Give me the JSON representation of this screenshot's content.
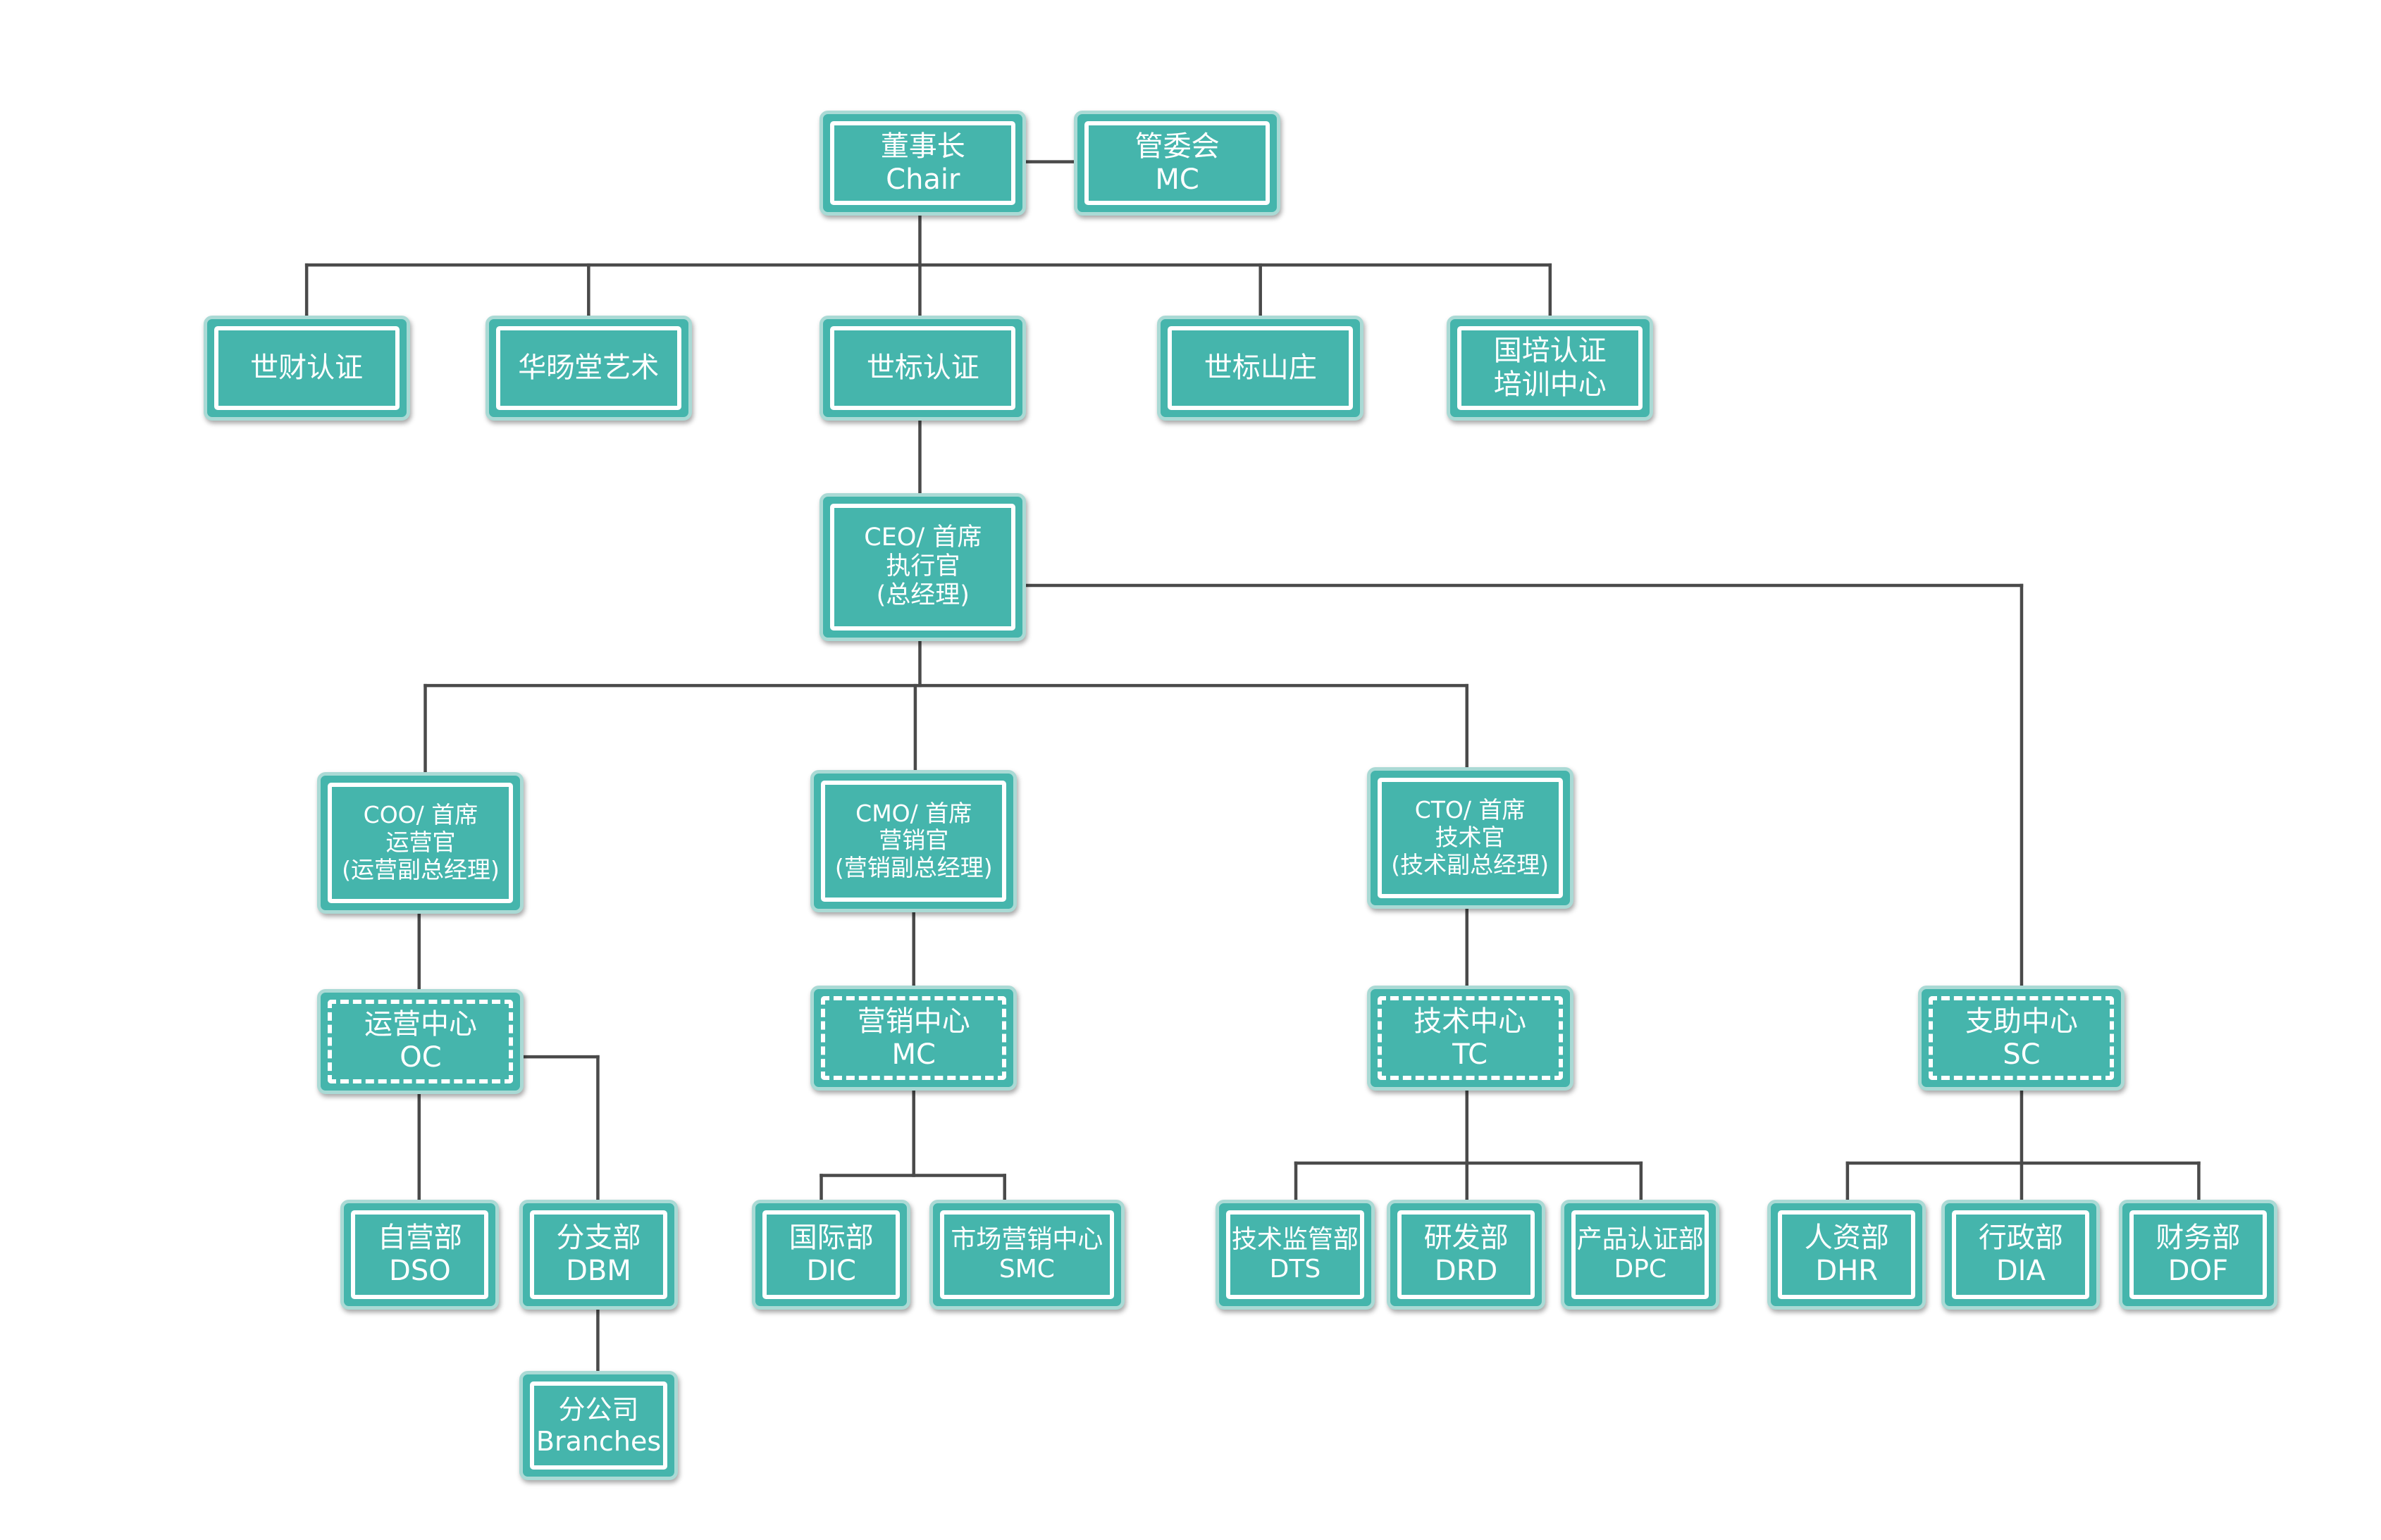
{
  "colors": {
    "box_fill": "#45b5ac",
    "box_outer_border": "#aadad5",
    "box_inner_border": "#ffffff",
    "connector": "#4a4a4a",
    "text": "#ffffff"
  },
  "nodes": {
    "chair": [
      "董事长",
      "Chair"
    ],
    "mc_committee": [
      "管委会",
      "MC"
    ],
    "shicai": [
      "世财认证"
    ],
    "huayang": [
      "华旸堂艺术"
    ],
    "shibiao": [
      "世标认证"
    ],
    "shanzhuang": [
      "世标山庄"
    ],
    "guopei": [
      "国培认证",
      "培训中心"
    ],
    "ceo": [
      "CEO/ 首席",
      "执行官",
      "(总经理)"
    ],
    "coo": [
      "COO/ 首席",
      "运营官",
      "(运营副总经理)"
    ],
    "cmo": [
      "CMO/ 首席",
      "营销官",
      "(营销副总经理)"
    ],
    "cto": [
      "CTO/ 首席",
      "技术官",
      "(技术副总经理)"
    ],
    "oc": [
      "运营中心",
      "OC"
    ],
    "mc_center": [
      "营销中心",
      "MC"
    ],
    "tc": [
      "技术中心",
      "TC"
    ],
    "sc": [
      "支助中心",
      "SC"
    ],
    "dso": [
      "自营部",
      "DSO"
    ],
    "dbm": [
      "分支部",
      "DBM"
    ],
    "branches": [
      "分公司",
      "Branches"
    ],
    "dic": [
      "国际部",
      "DIC"
    ],
    "smc": [
      "市场营销中心",
      "SMC"
    ],
    "dts": [
      "技术监管部",
      "DTS"
    ],
    "drd": [
      "研发部",
      "DRD"
    ],
    "dpc": [
      "产品认证部",
      "DPC"
    ],
    "dhr": [
      "人资部",
      "DHR"
    ],
    "dia": [
      "行政部",
      "DIA"
    ],
    "dof": [
      "财务部",
      "DOF"
    ]
  }
}
